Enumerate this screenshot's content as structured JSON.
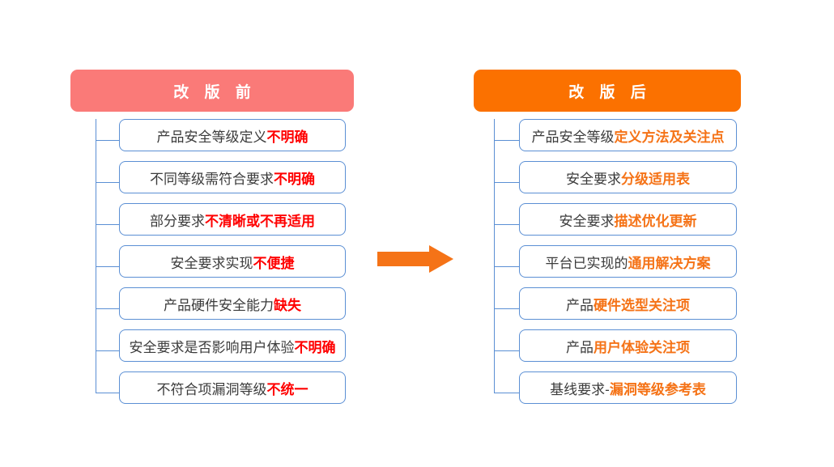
{
  "background_color": "#FFFFFF",
  "colors": {
    "before_header_bg": "#FA7A78",
    "after_header_bg": "#FB7100",
    "node_border": "#5B8FD4",
    "node_text": "#3B3B3B",
    "before_accent": "#FF0000",
    "after_accent": "#F57317",
    "arrow": "#F57317",
    "header_text": "#FFFFFF"
  },
  "columns": {
    "before": {
      "header": "改 版 前",
      "items": [
        {
          "plain": "产品安全等级定义",
          "accent": "不明确"
        },
        {
          "plain": "不同等级需符合要求",
          "accent": "不明确"
        },
        {
          "plain": "部分要求",
          "accent": "不清晰或不再适用"
        },
        {
          "plain": "安全要求实现",
          "accent": "不便捷"
        },
        {
          "plain": "产品硬件安全能力",
          "accent": "缺失"
        },
        {
          "plain": "安全要求是否影响用户体验",
          "accent": "不明确"
        },
        {
          "plain": "不符合项漏洞等级",
          "accent": "不统一"
        }
      ]
    },
    "after": {
      "header": "改 版 后",
      "items": [
        {
          "plain": "产品安全等级",
          "accent": "定义方法及关注点"
        },
        {
          "plain": "安全要求",
          "accent": "分级适用表"
        },
        {
          "plain": "安全要求",
          "accent": "描述优化更新"
        },
        {
          "plain": "平台已实现的",
          "accent": "通用解决方案"
        },
        {
          "plain": "产品",
          "accent": "硬件选型关注项"
        },
        {
          "plain": "产品",
          "accent": "用户体验关注项"
        },
        {
          "plain": "基线要求-",
          "accent": "漏洞等级参考表"
        }
      ]
    }
  },
  "arrow": {
    "icon": "right-arrow-icon",
    "direction": "right"
  }
}
